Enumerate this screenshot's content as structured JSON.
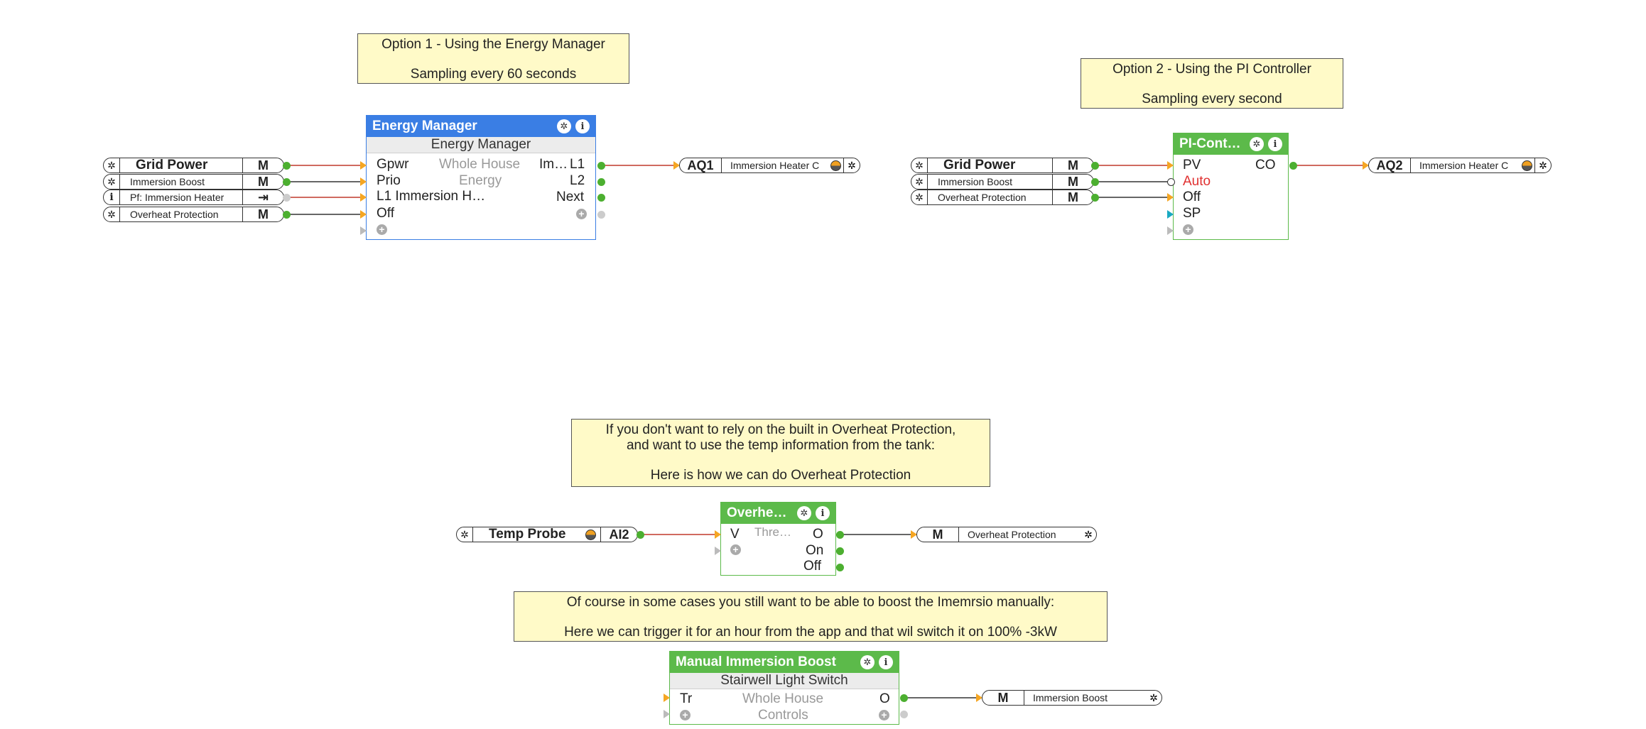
{
  "colors": {
    "blue_block": "#3a7ee4",
    "green_block": "#5cba4a",
    "note_bg": "#fffac8",
    "wire_red": "#c0392b",
    "wire_dark": "#333333",
    "connector_green": "#4caf30",
    "input_arrow": "#f5a623",
    "sp_input": "#19a9c2",
    "auto_label": "#e03030"
  },
  "notes": {
    "opt1": {
      "line1": "Option 1 - Using the Energy Manager",
      "line2": "Sampling every 60 seconds"
    },
    "opt2": {
      "line1": "Option 2 - Using the PI Controller",
      "line2": "Sampling every second"
    },
    "overheat": {
      "line1": "If you don't want to rely on the built in Overheat Protection,",
      "line2": "and want to use the temp information from the tank:",
      "line3": "Here is how we can do Overheat Protection"
    },
    "manual": {
      "line1": "Of course in some cases you still want to be able to boost the Imemrsio manually:",
      "line2": "Here we can trigger it for an hour from the app and that wil switch it on 100% -3kW"
    }
  },
  "opt1_inputs": [
    {
      "name": "Grid Power",
      "tag": "M",
      "icon": "gear-icon"
    },
    {
      "name": "Immersion Boost",
      "tag": "M",
      "icon": "gear-icon"
    },
    {
      "name": "Pf: Immersion Heater",
      "tag": "⇥",
      "icon": "info-icon"
    },
    {
      "name": "Overheat Protection",
      "tag": "M",
      "icon": "gear-icon"
    }
  ],
  "energy_manager": {
    "title": "Energy Manager",
    "subtitle": "Energy Manager",
    "in_gpwr": "Gpwr",
    "in_prio": "Prio",
    "in_l1": "L1 Immersion H…",
    "in_off": "Off",
    "center1": "Whole House",
    "center2": "Energy",
    "out_l1_prefix": "Im…",
    "out_l1": "L1",
    "out_l2": "L2",
    "out_next": "Next"
  },
  "aq1": {
    "tag": "AQ1",
    "name": "Immersion Heater C"
  },
  "opt2_inputs": [
    {
      "name": "Grid Power",
      "tag": "M",
      "icon": "gear-icon"
    },
    {
      "name": "Immersion Boost",
      "tag": "M",
      "icon": "gear-icon"
    },
    {
      "name": "Overheat Protection",
      "tag": "M",
      "icon": "gear-icon"
    }
  ],
  "pi_controller": {
    "title": "PI-Cont…",
    "in_pv": "PV",
    "in_auto": "Auto",
    "in_off": "Off",
    "in_sp": "SP",
    "out_co": "CO"
  },
  "aq2": {
    "tag": "AQ2",
    "name": "Immersion Heater C"
  },
  "temp_probe": {
    "name": "Temp Probe",
    "tag": "AI2"
  },
  "overheat_block": {
    "title": "Overhe…",
    "in_v": "V",
    "center": "Thre…",
    "out_o": "O",
    "out_on": "On",
    "out_off": "Off"
  },
  "overheat_output": {
    "tag": "M",
    "name": "Overheat Protection"
  },
  "manual_boost": {
    "title": "Manual Immersion Boost",
    "subtitle": "Stairwell Light Switch",
    "in_tr": "Tr",
    "center1": "Whole House",
    "center2": "Controls",
    "out_o": "O"
  },
  "boost_output": {
    "tag": "M",
    "name": "Immersion Boost"
  }
}
